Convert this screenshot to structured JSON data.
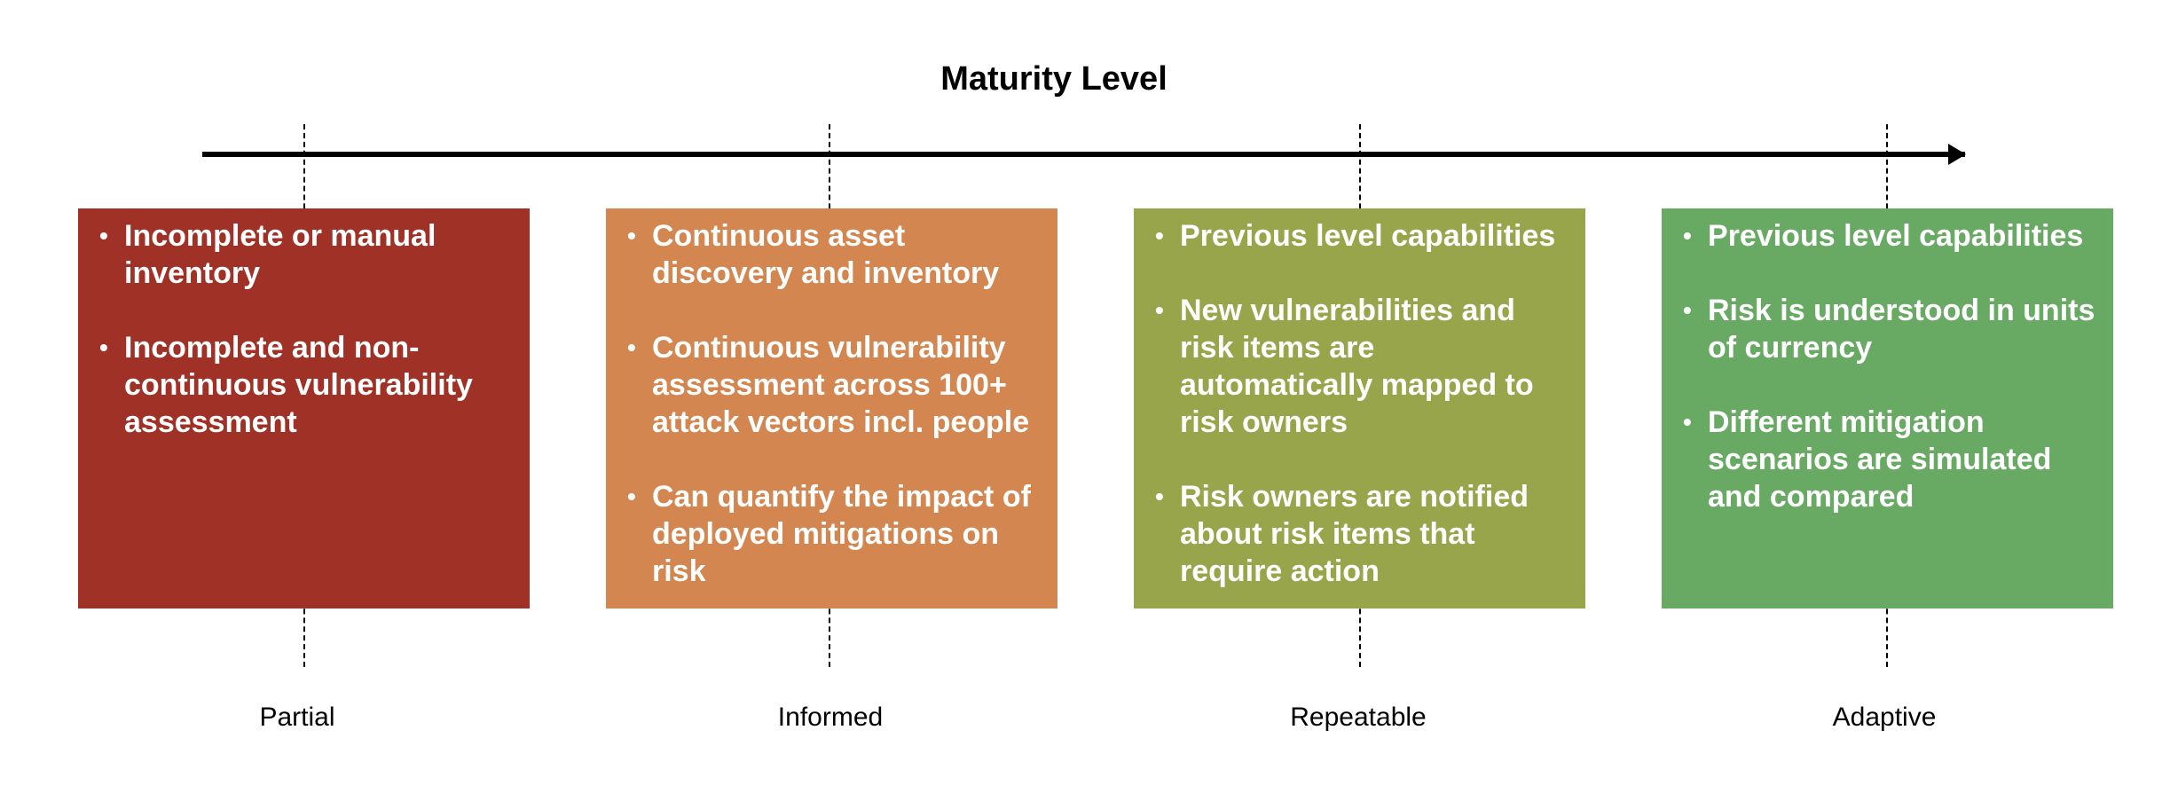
{
  "title": "Maturity Level",
  "levels": [
    {
      "label": "Partial",
      "color": "#a03126",
      "items": [
        "Incomplete or manual inventory",
        "Incomplete and non-continuous vulnerability assessment"
      ]
    },
    {
      "label": "Informed",
      "color": "#d3864f",
      "items": [
        "Continuous asset discovery and inventory",
        "Continuous vulnerability assessment across 100+ attack vectors incl. people",
        "Can quantify the impact of deployed mitigations on risk"
      ]
    },
    {
      "label": "Repeatable",
      "color": "#99a54a",
      "items": [
        "Previous level capabilities",
        "New vulnerabilities and risk items are automatically mapped to risk owners",
        "Risk owners are notified about risk items that require action"
      ]
    },
    {
      "label": "Adaptive",
      "color": "#68aa63",
      "items": [
        "Previous level capabilities",
        "Risk is understood in units of currency",
        "Different mitigation scenarios are simulated and compared"
      ]
    }
  ]
}
